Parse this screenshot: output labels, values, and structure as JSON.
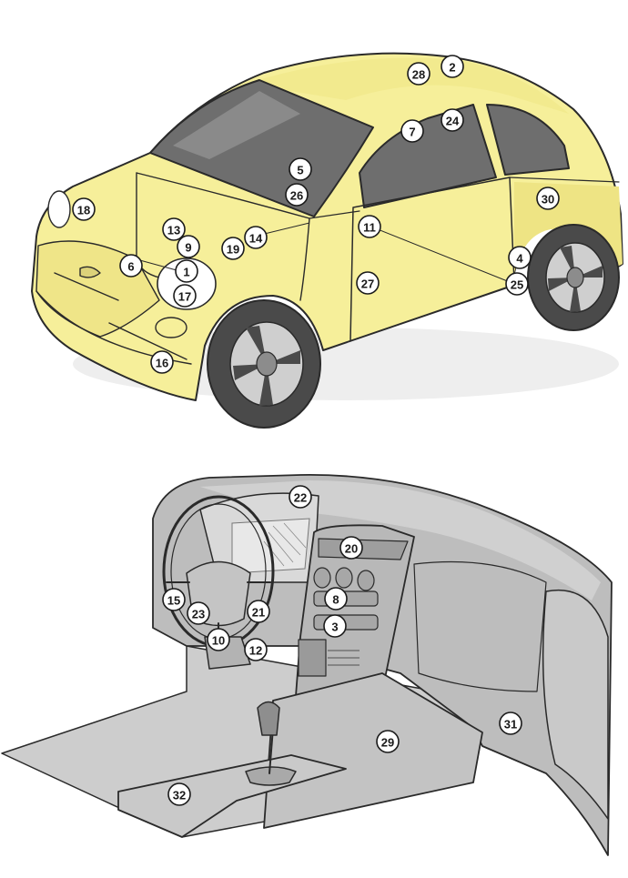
{
  "colors": {
    "car_body": "#f6ef9a",
    "car_shade": "#e6dc78",
    "glass": "#6e6e6e",
    "tire": "#4a4a4a",
    "rim": "#cfcfcf",
    "interior": "#bdbdbd",
    "interior_light": "#d9d9d9",
    "floor": "#cdcdcd",
    "outline": "#2a2a2a"
  },
  "exterior_callouts": [
    "2",
    "28",
    "24",
    "7",
    "5",
    "26",
    "30",
    "18",
    "13",
    "9",
    "14",
    "19",
    "11",
    "4",
    "25",
    "6",
    "1",
    "17",
    "27",
    "16"
  ],
  "interior_callouts": [
    "22",
    "20",
    "8",
    "3",
    "15",
    "23",
    "21",
    "10",
    "12",
    "29",
    "31",
    "32"
  ]
}
